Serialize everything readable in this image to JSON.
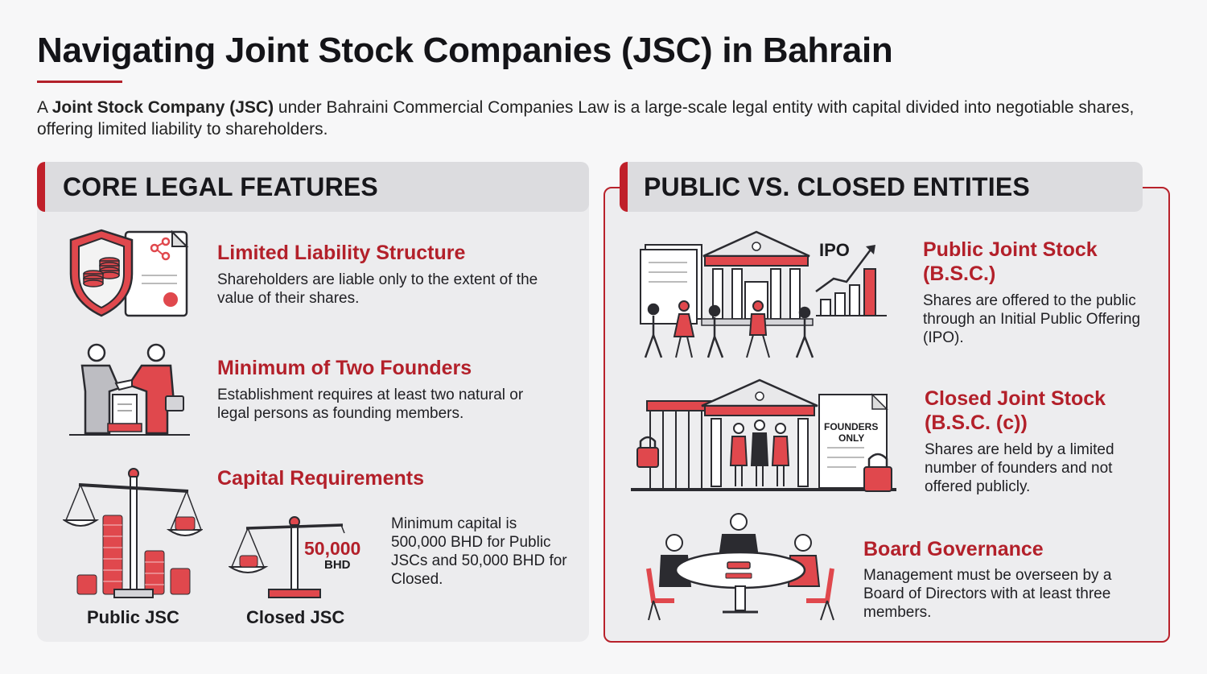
{
  "page": {
    "title": "Navigating Joint Stock Companies (JSC) in Bahrain",
    "intro_prefix": "A ",
    "intro_bold": "Joint Stock Company (JSC)",
    "intro_rest": " under Bahraini Commercial Companies Law is a large-scale legal entity with capital divided into negotiable shares, offering limited liability to shareholders."
  },
  "left": {
    "heading": "CORE LEGAL FEATURES",
    "features": [
      {
        "title": "Limited Liability Structure",
        "text": "Shareholders are liable only to the extent of the value of their shares."
      },
      {
        "title": "Minimum of Two Founders",
        "text": "Establishment requires at least two natural or legal persons as founding members."
      },
      {
        "title": "Capital Requirements",
        "text": "Minimum capital is 500,000 BHD for Public JSCs and 50,000 BHD for Closed."
      }
    ],
    "scale_public_caption": "Public JSC",
    "scale_closed_caption": "Closed JSC",
    "scale_amount": "50,000",
    "scale_unit": "BHD"
  },
  "right": {
    "heading": "PUBLIC VS. CLOSED ENTITIES",
    "items": [
      {
        "title": "Public Joint Stock (B.S.C.)",
        "text": "Shares are offered to the public through an Initial Public Offering (IPO)."
      },
      {
        "title": "Closed Joint Stock (B.S.C. (c))",
        "text": "Shares are held by a limited number of founders and not offered publicly."
      },
      {
        "title": "Board Governance",
        "text": "Management must be overseen by a Board of Directors with at least three members."
      }
    ],
    "ipo_label": "IPO",
    "founders_label_1": "FOUNDERS",
    "founders_label_2": "ONLY"
  },
  "colors": {
    "accent": "#b3202a",
    "panel": "#ececee",
    "header": "#dcdcdf",
    "icon_red": "#e0484d",
    "icon_dark": "#2b2b30"
  }
}
